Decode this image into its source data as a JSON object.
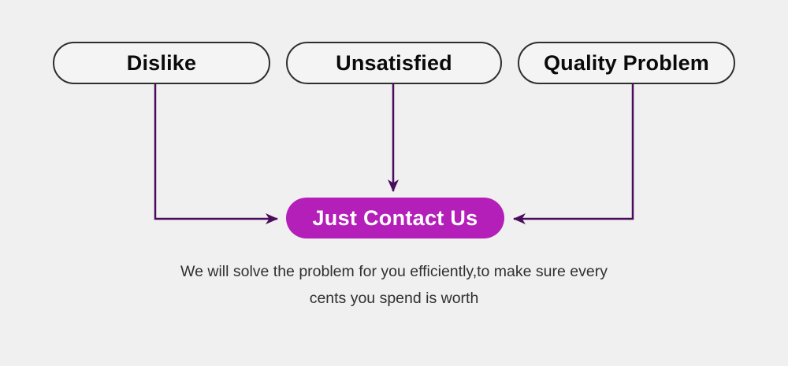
{
  "diagram": {
    "background_color": "#f0f0f0",
    "accent_color": "#b31fb8",
    "connector_color": "#4a0d5c",
    "box_border_color": "#2e2e2e",
    "box_fill_color": "#f4f4f4",
    "caption_color": "#303030",
    "reasons": [
      {
        "label": "Dislike"
      },
      {
        "label": "Unsatisfied"
      },
      {
        "label": "Quality Problem"
      }
    ],
    "cta": {
      "label": "Just Contact Us"
    },
    "caption": {
      "line1": "We will solve the problem for you efficiently,to make sure every",
      "line2": "cents you spend is worth"
    }
  }
}
